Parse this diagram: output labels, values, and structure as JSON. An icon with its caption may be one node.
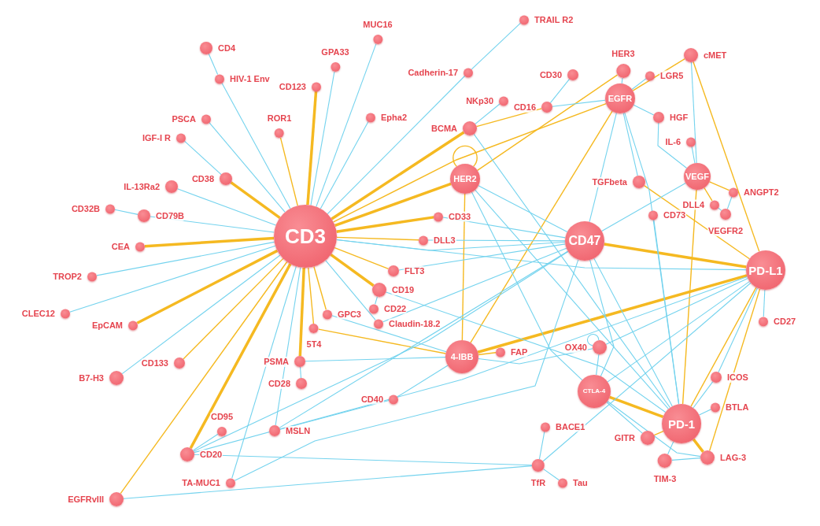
{
  "diagram": {
    "nodes": [
      {
        "text": [
          "CD4"
        ]
      },
      {
        "text": [
          "HIV-1 Env"
        ]
      },
      {
        "text": [
          "MUC16"
        ]
      },
      {
        "text": [
          "TRAIL R2"
        ]
      },
      {
        "text": [
          "GPA33"
        ]
      },
      {
        "text": [
          "CD123"
        ]
      },
      {
        "text": [
          "Cadherin-17"
        ]
      },
      {
        "text": [
          "HER3"
        ]
      },
      {
        "text": [
          "cMET"
        ]
      },
      {
        "text": [
          "CD30"
        ]
      },
      {
        "text": [
          "LGR5"
        ]
      },
      {
        "text": [
          "PSCA"
        ]
      },
      {
        "text": [
          "ROR1"
        ]
      },
      {
        "text": [
          "Epha2"
        ]
      },
      {
        "text": [
          "NKp30"
        ]
      },
      {
        "text": [
          "CD16"
        ]
      },
      {
        "text": [
          "EGFR"
        ]
      },
      {
        "text": [
          "BCMA"
        ]
      },
      {
        "text": [
          "HGF"
        ]
      },
      {
        "text": [
          "IGF-I R"
        ]
      },
      {
        "text": [
          "IL-6"
        ]
      },
      {
        "text": [
          "HER2"
        ]
      },
      {
        "text": [
          "VEGF"
        ]
      },
      {
        "text": [
          "TGFbeta"
        ]
      },
      {
        "text": [
          "CD38"
        ]
      },
      {
        "text": [
          "ANGPT2"
        ]
      },
      {
        "text": [
          "IL-13Ra2"
        ]
      },
      {
        "text": [
          "CD32B"
        ]
      },
      {
        "text": [
          "CD79B"
        ]
      },
      {
        "text": [
          "DLL4"
        ]
      },
      {
        "text": [
          "VEGFR2"
        ]
      },
      {
        "text": [
          "CD73"
        ]
      },
      {
        "text": [
          "CD3"
        ]
      },
      {
        "text": [
          "CD33"
        ]
      },
      {
        "text": [
          "CD47"
        ]
      },
      {
        "text": [
          "CEA"
        ]
      },
      {
        "text": [
          "DLL3"
        ]
      },
      {
        "text": [
          "PD-L1"
        ]
      },
      {
        "text": [
          "TROP2"
        ]
      },
      {
        "text": [
          "FLT3"
        ]
      },
      {
        "text": [
          "CD19"
        ]
      },
      {
        "text": [
          "CLEC12"
        ]
      },
      {
        "text": [
          "CD22"
        ]
      },
      {
        "text": [
          "EpCAM"
        ]
      },
      {
        "text": [
          "GPC3"
        ]
      },
      {
        "text": [
          "Claudin-18.2"
        ]
      },
      {
        "text": [
          "5T4"
        ]
      },
      {
        "text": [
          "CD27"
        ]
      },
      {
        "text": [
          "4-IBB"
        ]
      },
      {
        "text": [
          "FAP"
        ]
      },
      {
        "text": [
          "OX40"
        ]
      },
      {
        "text": [
          "CD133"
        ]
      },
      {
        "text": [
          "PSMA"
        ]
      },
      {
        "text": [
          "B7-H3"
        ]
      },
      {
        "text": [
          "CD28"
        ]
      },
      {
        "text": [
          "ICOS"
        ]
      },
      {
        "text": [
          "CTLA-4"
        ]
      },
      {
        "text": [
          "BTLA"
        ]
      },
      {
        "text": [
          "CD40"
        ]
      },
      {
        "text": [
          "PD-1"
        ]
      },
      {
        "text": [
          "CD95"
        ]
      },
      {
        "text": [
          "MSLN"
        ]
      },
      {
        "text": [
          "BACE1"
        ]
      },
      {
        "text": [
          "GITR"
        ]
      },
      {
        "text": [
          "CD20"
        ]
      },
      {
        "text": [
          "TfR"
        ]
      },
      {
        "text": [
          "TIM-3"
        ]
      },
      {
        "text": [
          "LAG-3"
        ]
      },
      {
        "text": [
          "TA-MUC1"
        ]
      },
      {
        "text": [
          "Tau"
        ]
      },
      {
        "text": [
          "EGFRvIII"
        ]
      }
    ],
    "edges": [
      {
        "from": 0,
        "to": 1,
        "arrow": "none"
      },
      {
        "from": 1,
        "to": 32,
        "arrow": "none"
      },
      {
        "from": 11,
        "to": 32,
        "arrow": "none"
      },
      {
        "from": 19,
        "to": 24,
        "arrow": "none"
      },
      {
        "from": 26,
        "to": 32,
        "arrow": "none"
      },
      {
        "from": 27,
        "to": 28,
        "arrow": "none"
      },
      {
        "from": 28,
        "to": 32,
        "arrow": "none"
      },
      {
        "from": 38,
        "to": 32,
        "arrow": "none"
      },
      {
        "from": 41,
        "to": 32,
        "arrow": "none"
      },
      {
        "from": 53,
        "to": 32,
        "arrow": "none"
      },
      {
        "from": 68,
        "to": 32,
        "arrow": "none"
      },
      {
        "from": 61,
        "to": 32,
        "arrow": "none"
      },
      {
        "from": 45,
        "to": 32,
        "arrow": "none"
      },
      {
        "from": 13,
        "to": 32,
        "arrow": "none"
      },
      {
        "from": 2,
        "to": 32,
        "arrow": "none"
      },
      {
        "from": 4,
        "to": 32,
        "arrow": "none"
      },
      {
        "from": 6,
        "to": 32,
        "arrow": "none"
      },
      {
        "from": 3,
        "to": 6,
        "arrow": "none"
      },
      {
        "from": 54,
        "to": 52,
        "arrow": "none"
      },
      {
        "from": 40,
        "to": 42,
        "arrow": "none"
      },
      {
        "from": 32,
        "to": 34,
        "arrow": "none"
      },
      {
        "from": 32,
        "to": 37,
        "arrow": "none"
      },
      {
        "from": 24,
        "to": 32,
        "arrow": "none",
        "style": "thick",
        "color": "#f5b921"
      },
      {
        "from": 43,
        "to": 32,
        "arrow": "none",
        "style": "thick",
        "color": "#f5b921"
      },
      {
        "from": 64,
        "to": 32,
        "arrow": "none",
        "style": "thick",
        "color": "#f5b921"
      },
      {
        "from": 52,
        "to": 32,
        "arrow": "none",
        "style": "thick",
        "color": "#f5b921"
      },
      {
        "from": 40,
        "to": 32,
        "arrow": "none",
        "style": "thick",
        "color": "#f5b921"
      },
      {
        "from": 21,
        "to": 32,
        "arrow": "none",
        "style": "thick",
        "color": "#f5b921"
      },
      {
        "from": 17,
        "to": 32,
        "arrow": "none",
        "style": "thick",
        "color": "#f5b921"
      },
      {
        "from": 5,
        "to": 32,
        "arrow": "none",
        "style": "thick",
        "color": "#f5b921"
      },
      {
        "from": 33,
        "to": 32,
        "arrow": "none",
        "style": "thick",
        "color": "#f5b921"
      },
      {
        "from": 35,
        "to": 32,
        "arrow": "none",
        "style": "thick",
        "color": "#f5b921"
      },
      {
        "from": 34,
        "to": 37,
        "arrow": "none",
        "style": "thick",
        "color": "#f5b921"
      },
      {
        "from": 48,
        "to": 37,
        "arrow": "none",
        "style": "thick",
        "color": "#f5b921"
      },
      {
        "from": 56,
        "to": 59,
        "arrow": "none",
        "style": "thick",
        "color": "#f5b921"
      },
      {
        "from": 59,
        "to": 67,
        "arrow": "none",
        "style": "thick",
        "color": "#f5b921"
      },
      {
        "from": 51,
        "to": 32,
        "arrow": "none",
        "color": "#f5b921"
      },
      {
        "from": 70,
        "to": 32,
        "arrow": "none",
        "color": "#f5b921"
      },
      {
        "from": 46,
        "to": 32,
        "arrow": "none",
        "color": "#f5b921"
      },
      {
        "from": 44,
        "to": 32,
        "arrow": "none",
        "color": "#f5b921"
      },
      {
        "from": 39,
        "to": 32,
        "arrow": "none",
        "color": "#f5b921"
      },
      {
        "from": 36,
        "to": 32,
        "arrow": "none",
        "color": "#f5b921"
      },
      {
        "from": 12,
        "to": 32,
        "arrow": "none",
        "color": "#f5b921"
      },
      {
        "from": 16,
        "to": 32,
        "arrow": "none",
        "color": "#f5b921"
      },
      {
        "from": 7,
        "to": 21,
        "arrow": "none",
        "color": "#f5b921"
      },
      {
        "from": 8,
        "to": 16,
        "arrow": "none",
        "color": "#f5b921"
      },
      {
        "from": 17,
        "to": 15,
        "arrow": "none",
        "color": "#f5b921"
      },
      {
        "from": 21,
        "to": 48,
        "arrow": "none",
        "color": "#f5b921"
      },
      {
        "from": 16,
        "to": 48,
        "arrow": "none",
        "color": "#f5b921"
      },
      {
        "from": 22,
        "to": 25,
        "arrow": "none",
        "color": "#f5b921"
      },
      {
        "from": 22,
        "to": 29,
        "arrow": "none",
        "color": "#f5b921"
      },
      {
        "from": 22,
        "to": 59,
        "arrow": "none",
        "color": "#f5b921"
      },
      {
        "from": 23,
        "to": 37,
        "arrow": "none",
        "color": "#f5b921"
      },
      {
        "from": 8,
        "to": 37,
        "arrow": "none",
        "color": "#f5b921"
      },
      {
        "from": 48,
        "to": 49,
        "arrow": "none",
        "color": "#f5b921"
      },
      {
        "from": 48,
        "to": 46,
        "arrow": "none",
        "color": "#f5b921"
      },
      {
        "from": 37,
        "to": 59,
        "arrow": "none",
        "color": "#f5b921"
      },
      {
        "from": 37,
        "to": 67,
        "arrow": "none",
        "color": "#f5b921"
      },
      {
        "from": 59,
        "to": 63,
        "arrow": "none",
        "color": "#f5b921"
      },
      {
        "from": 21,
        "to": 21,
        "arrow": "none",
        "color": "#f5b921"
      },
      {
        "from": 17,
        "to": 14,
        "arrow": "none"
      },
      {
        "from": 15,
        "to": 9,
        "arrow": "none"
      },
      {
        "from": 15,
        "to": 16,
        "arrow": "none"
      },
      {
        "from": 16,
        "to": 7,
        "arrow": "none"
      },
      {
        "from": 16,
        "to": 10,
        "arrow": "none"
      },
      {
        "from": 16,
        "to": 18,
        "arrow": "none"
      },
      {
        "from": 16,
        "to": 34,
        "arrow": "none"
      },
      {
        "from": 16,
        "to": 59,
        "arrow": "none"
      },
      {
        "from": 16,
        "to": 23,
        "arrow": "none"
      },
      {
        "from": 31,
        "to": 59,
        "arrow": "none"
      },
      {
        "from": 18,
        "to": 22,
        "arrow": "none"
      },
      {
        "from": 20,
        "to": 22,
        "arrow": "none"
      },
      {
        "from": 8,
        "to": 22,
        "arrow": "none"
      },
      {
        "from": 29,
        "to": 30,
        "arrow": "none"
      },
      {
        "from": 25,
        "to": 30,
        "arrow": "none"
      },
      {
        "from": 22,
        "to": 34,
        "arrow": "none"
      },
      {
        "from": 21,
        "to": 34,
        "arrow": "none"
      },
      {
        "from": 21,
        "to": 59,
        "arrow": "none"
      },
      {
        "from": 21,
        "to": 56,
        "arrow": "none"
      },
      {
        "from": 17,
        "to": 59,
        "arrow": "none"
      },
      {
        "from": 34,
        "to": 33,
        "arrow": "none"
      },
      {
        "from": 34,
        "to": 36,
        "arrow": "none"
      },
      {
        "from": 34,
        "to": 39,
        "arrow": "none"
      },
      {
        "from": 34,
        "to": 45,
        "arrow": "none"
      },
      {
        "from": 34,
        "to": 61,
        "arrow": "none"
      },
      {
        "from": 34,
        "to": 64,
        "arrow": "none"
      },
      {
        "from": 34,
        "to": 56,
        "arrow": "none"
      },
      {
        "from": 34,
        "to": 59,
        "arrow": "none"
      },
      {
        "from": 48,
        "to": 44,
        "arrow": "none"
      },
      {
        "from": 48,
        "to": 52,
        "arrow": "none"
      },
      {
        "from": 58,
        "to": 61,
        "arrow": "none"
      },
      {
        "from": 58,
        "to": 48,
        "arrow": "none"
      },
      {
        "from": 48,
        "to": 50,
        "arrow": "none"
      },
      {
        "from": 40,
        "to": 59,
        "arrow": "none"
      },
      {
        "from": 50,
        "to": 37,
        "arrow": "none"
      },
      {
        "from": 50,
        "to": 56,
        "arrow": "none"
      },
      {
        "from": 50,
        "to": 50,
        "arrow": "none"
      },
      {
        "from": 37,
        "to": 47,
        "arrow": "none"
      },
      {
        "from": 37,
        "to": 55,
        "arrow": "none"
      },
      {
        "from": 37,
        "to": 56,
        "arrow": "none"
      },
      {
        "from": 37,
        "to": 65,
        "arrow": "none"
      },
      {
        "from": 37,
        "to": 64,
        "arrow": "none"
      },
      {
        "from": 56,
        "to": 63,
        "arrow": "none"
      },
      {
        "from": 56,
        "to": 67,
        "arrow": "none"
      },
      {
        "from": 59,
        "to": 57,
        "arrow": "none"
      },
      {
        "from": 59,
        "to": 55,
        "arrow": "none"
      },
      {
        "from": 59,
        "to": 66,
        "arrow": "none"
      },
      {
        "from": 66,
        "to": 67,
        "arrow": "none"
      },
      {
        "from": 65,
        "to": 62,
        "arrow": "none"
      },
      {
        "from": 65,
        "to": 69,
        "arrow": "none"
      },
      {
        "from": 65,
        "to": 64,
        "arrow": "none"
      },
      {
        "from": 65,
        "to": 70,
        "arrow": "none"
      },
      {
        "from": 68,
        "to": 34,
        "arrow": "none"
      },
      {
        "from": 64,
        "to": 60,
        "arrow": "none"
      }
    ]
  }
}
